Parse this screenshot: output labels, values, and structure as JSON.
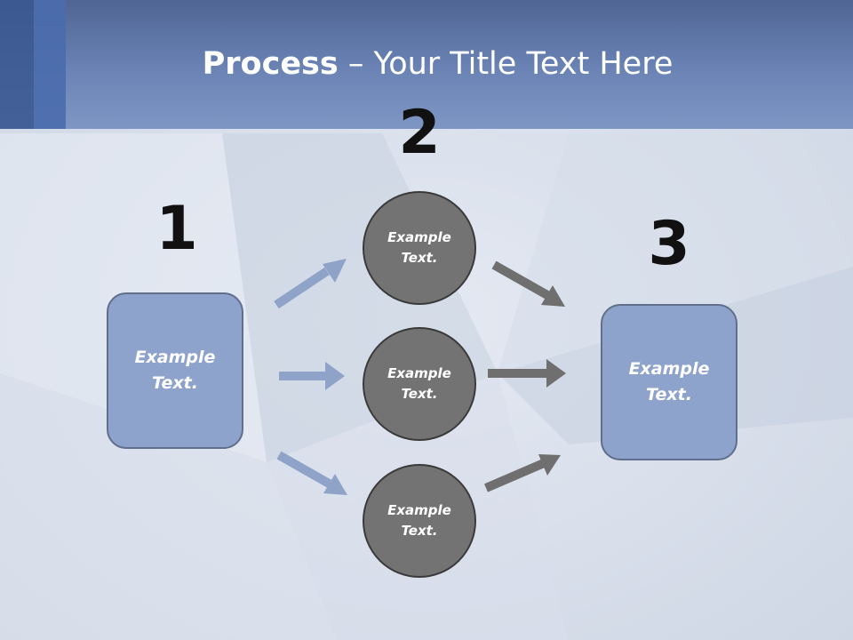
{
  "slide": {
    "title_bold": "Process",
    "title_rest": " – Your Title Text Here"
  },
  "steps": {
    "step1": {
      "number": "1",
      "text_line1": "Example",
      "text_line2": "Text."
    },
    "step2": {
      "number": "2",
      "circles": [
        {
          "text_line1": "Example",
          "text_line2": "Text."
        },
        {
          "text_line1": "Example",
          "text_line2": "Text."
        },
        {
          "text_line1": "Example",
          "text_line2": "Text."
        }
      ]
    },
    "step3": {
      "number": "3",
      "text_line1": "Example",
      "text_line2": "Text."
    }
  },
  "colors": {
    "header": "#6b84b5",
    "box_fill": "#8ea3cb",
    "circle_fill": "#737373",
    "arrow_blue": "#8fa3c8",
    "arrow_gray": "#6f6f6f"
  }
}
